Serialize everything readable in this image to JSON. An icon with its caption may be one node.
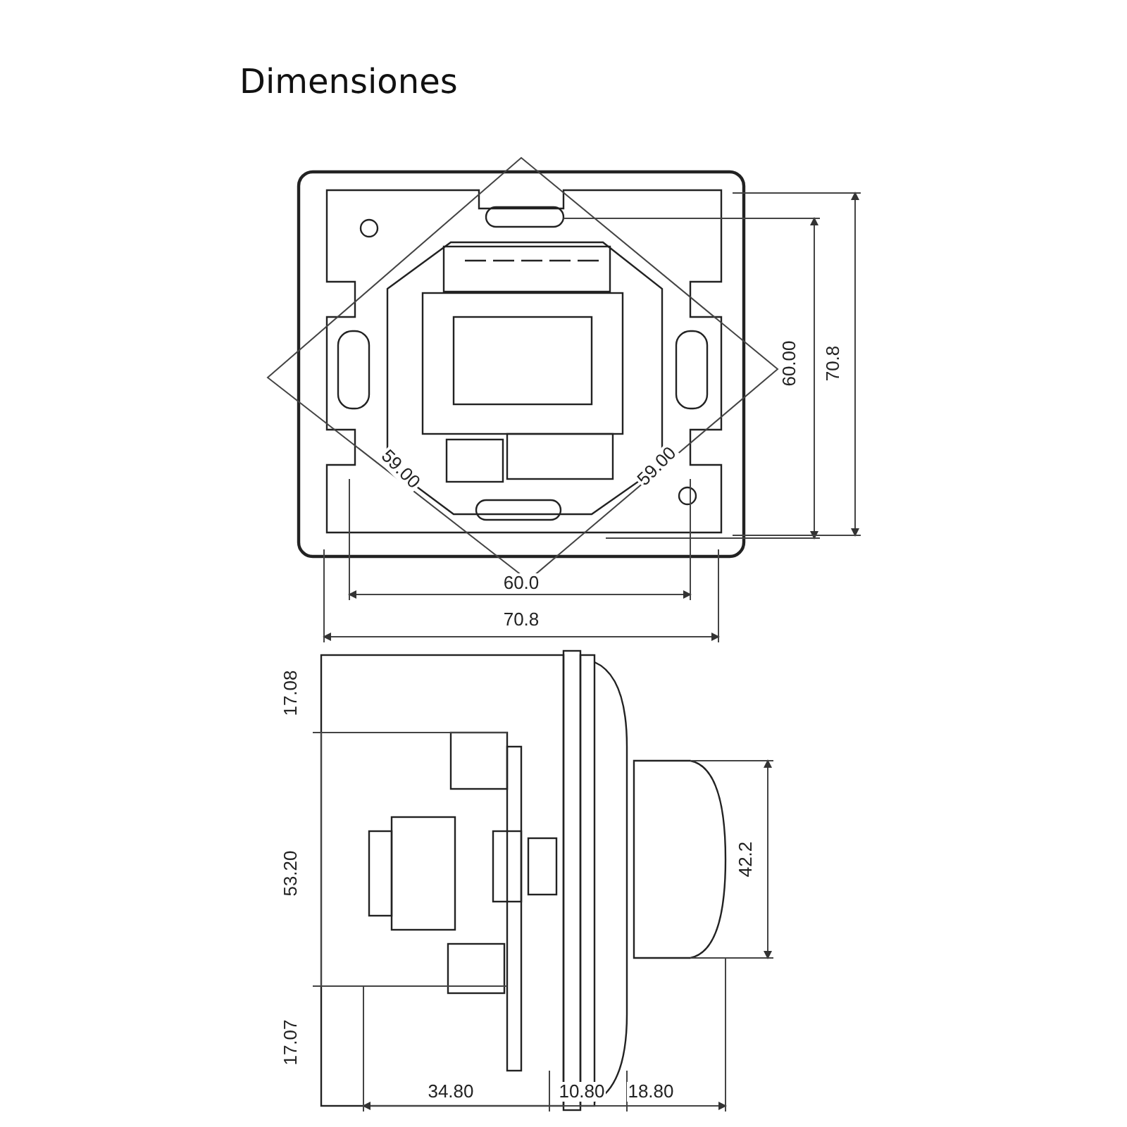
{
  "diagram": {
    "title": "Dimensiones",
    "labels": [
      "60.00",
      "70.8",
      "59.00",
      "59.00",
      "60.0",
      "70.8",
      "17.08",
      "42.2",
      "53.20",
      "17.07",
      "34.80",
      "10.80",
      "18.80"
    ]
  }
}
